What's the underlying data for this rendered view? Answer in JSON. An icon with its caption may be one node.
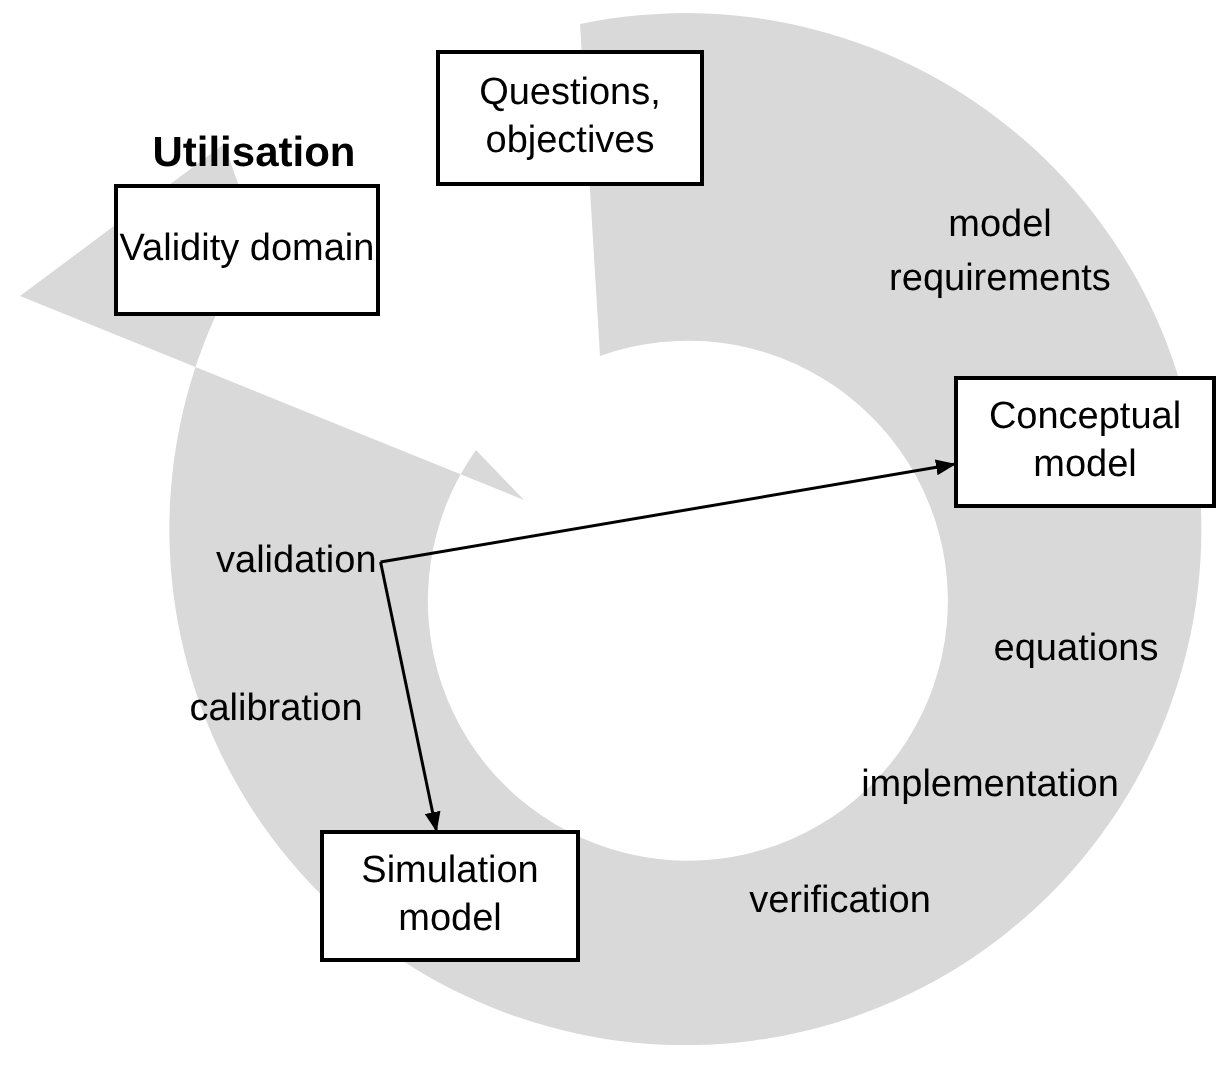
{
  "diagram": {
    "nodes": [
      {
        "text": [
          "Questions, objectives"
        ]
      },
      {
        "text": [
          "Validity domain"
        ]
      },
      {
        "text": [
          "Conceptual model"
        ]
      },
      {
        "text": [
          "Simulation model"
        ]
      },
      {
        "text": [
          "validation"
        ]
      }
    ],
    "edges": [
      {
        "from": 4,
        "to": 2,
        "arrow": "to"
      },
      {
        "from": 4,
        "to": 3,
        "arrow": "to"
      }
    ],
    "labels": [
      "Utilisation",
      "model requirements",
      "calibration",
      "equations",
      "implementation",
      "verification"
    ]
  }
}
